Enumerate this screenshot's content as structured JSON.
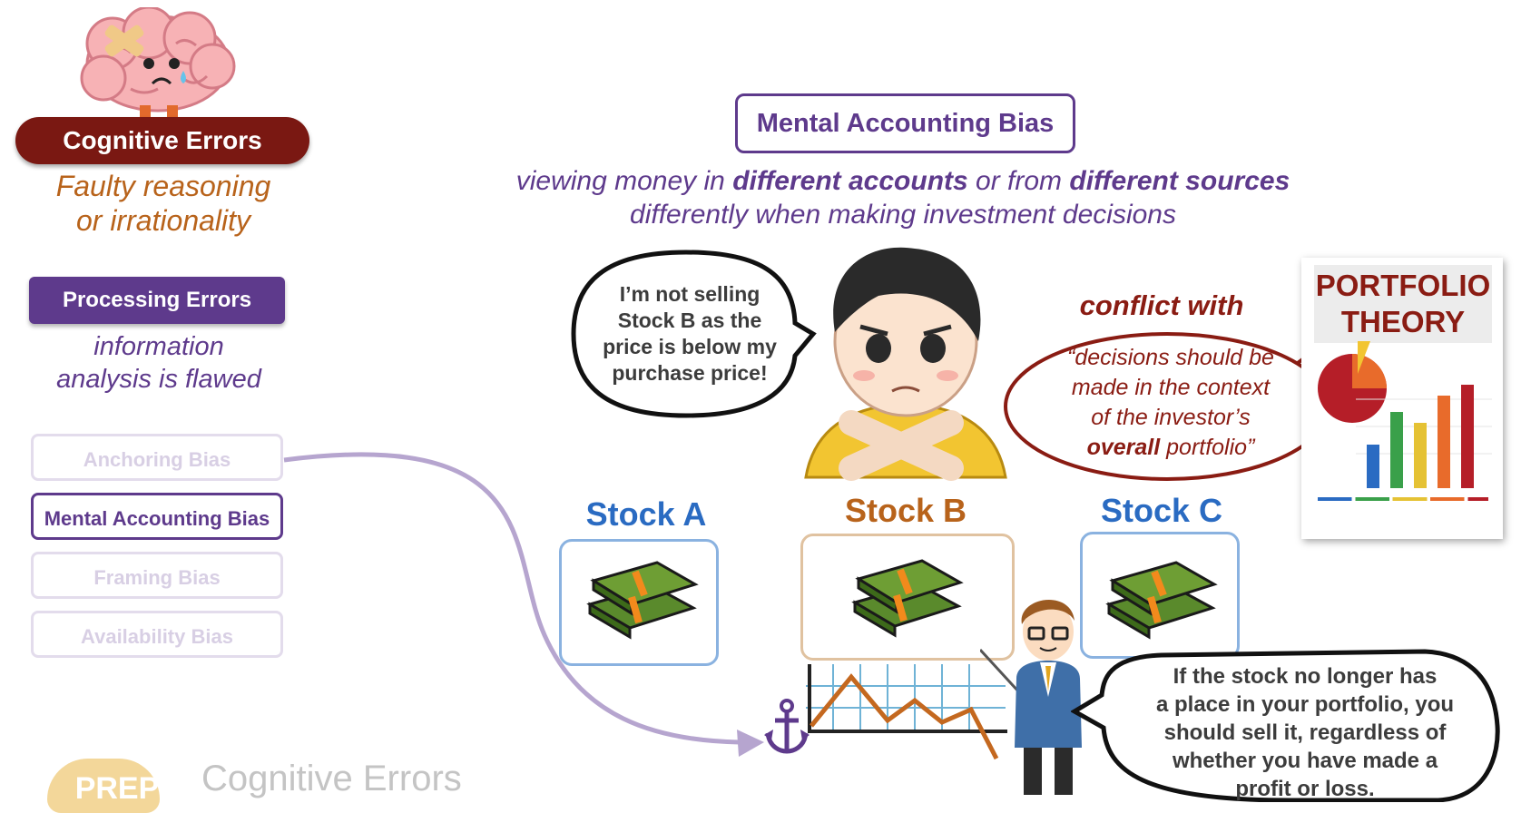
{
  "left_panel": {
    "cognitive": {
      "label": "Cognitive Errors",
      "description_line1": "Faulty reasoning",
      "description_line2": "or irrationality"
    },
    "processing": {
      "label": "Processing Errors",
      "description_line1": "information",
      "description_line2": "analysis is flawed"
    },
    "biases": [
      {
        "label": "Anchoring Bias",
        "active": false
      },
      {
        "label": "Mental Accounting Bias",
        "active": true
      },
      {
        "label": "Framing Bias",
        "active": false
      },
      {
        "label": "Availability Bias",
        "active": false
      }
    ]
  },
  "main": {
    "title": "Mental Accounting Bias",
    "definition": {
      "p1": "viewing money in ",
      "b1": "different accounts",
      "p2": " or from ",
      "b2": "different sources",
      "p3": " differently when making investment decisions"
    },
    "investor_bubble": {
      "line1": "I’m not selling",
      "line2": "Stock B as the",
      "line3": "price is below my",
      "line4": "purchase price!"
    },
    "conflict_label": "conflict with",
    "quote": {
      "line1": "“decisions should be",
      "line2": "made in the context",
      "line3": "of the investor’s",
      "bold": "overall",
      "tail": " portfolio”"
    },
    "stocks": [
      {
        "label": "Stock A",
        "color": "#2a6bc2"
      },
      {
        "label": "Stock B",
        "color": "#b8631b"
      },
      {
        "label": "Stock C",
        "color": "#2a6bc2"
      }
    ],
    "advisor_bubble": {
      "line1": "If the stock no longer has",
      "line2": "a place in your portfolio, you",
      "line3": "should sell it, regardless of",
      "line4": "whether you have made a",
      "line5": "profit or loss."
    },
    "document": {
      "title_line1": "PORTFOLIO",
      "title_line2": "THEORY"
    }
  },
  "footer": {
    "logo_text": "PREP",
    "title": "Cognitive Errors"
  },
  "colors": {
    "purple": "#5e3a8c",
    "dark_red": "#7a1812",
    "orange": "#b8631b",
    "blue": "#2a6bc2",
    "arrow": "#b6a5cf"
  },
  "icons": [
    "brain-mascot-icon",
    "anchor-icon",
    "money-stack-icon",
    "investor-character",
    "advisor-character",
    "price-chart-icon",
    "pie-chart-icon"
  ]
}
